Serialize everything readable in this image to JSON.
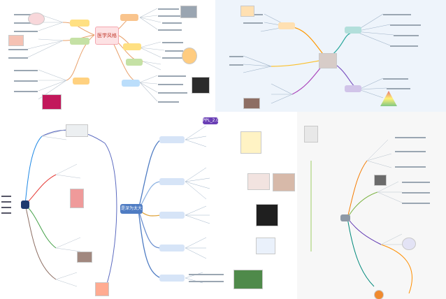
{
  "panels": {
    "top_left": {
      "center_label": "医学风格",
      "branch_colors": [
        "#f2a65a",
        "#9ccc65",
        "#f48fb1",
        "#ffd54f",
        "#81c784",
        "#64b5f6"
      ]
    },
    "top_right": {
      "center_image": "brain-photo",
      "branch_colors": [
        "#ff9800",
        "#fbc02d",
        "#7e57c2",
        "#26a69a",
        "#ab47bc"
      ]
    },
    "bottom_left": {
      "center_image": "diagram-thumbnail",
      "branch_colors": [
        "#1e88e5",
        "#e53935",
        "#43a047",
        "#8d6e63"
      ]
    },
    "bottom_center": {
      "center_label": "是深为太大了吗?",
      "header_label": "PPL_2.0",
      "branch_colors": [
        "#4f7cc3",
        "#8fb4e3",
        "#e0a640",
        "#6a8fcf"
      ]
    },
    "bottom_right": {
      "center_image": "node",
      "branch_colors": [
        "#f57c00",
        "#7cb342",
        "#5e35b1",
        "#00897b"
      ]
    }
  }
}
